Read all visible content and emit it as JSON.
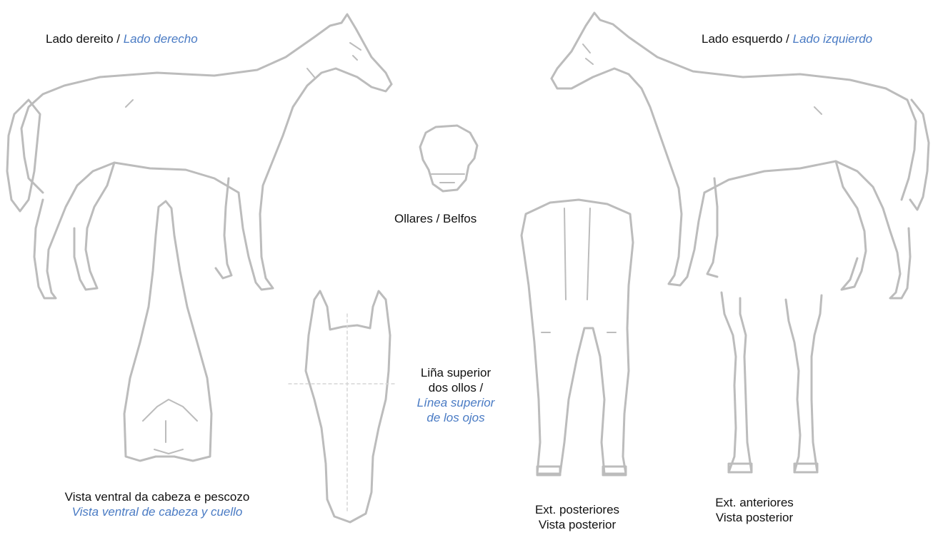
{
  "labels": {
    "right_side": {
      "gl": "Lado dereito",
      "sep": " / ",
      "es": "Lado derecho"
    },
    "left_side": {
      "gl": "Lado esquerdo",
      "sep": " / ",
      "es": "Lado izquierdo"
    },
    "nostrils": "Ollares / Belfos",
    "eye_line": {
      "gl_line1": "Liña superior",
      "gl_line2": "dos ollos /",
      "es_line1": "Línea superior",
      "es_line2": "de los ojos"
    },
    "ventral": {
      "gl": "Vista ventral da cabeza e pescozo",
      "es": "Vista ventral de cabeza y cuello"
    },
    "hind_limbs": {
      "line1": "Ext. posteriores",
      "line2": "Vista posterior"
    },
    "fore_limbs": {
      "line1": "Ext. anteriores",
      "line2": "Vista posterior"
    }
  },
  "colors": {
    "text": "#111111",
    "spanish_italic": "#4a7bc4",
    "drawing_stroke": "#bcbcbc"
  }
}
